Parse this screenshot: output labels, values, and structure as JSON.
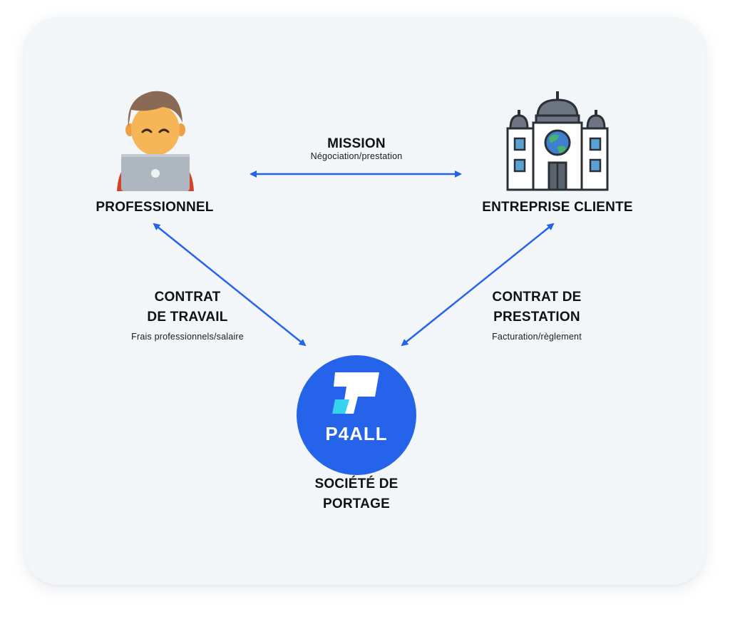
{
  "nodes": {
    "professionnel": {
      "title": "PROFESSIONNEL"
    },
    "entreprise": {
      "title": "ENTREPRISE CLIENTE"
    },
    "portage": {
      "title_line1": "SOCIÉTÉ DE",
      "title_line2": "PORTAGE",
      "logo_text": "P4ALL"
    }
  },
  "relations": {
    "mission": {
      "title": "MISSION",
      "subtitle": "Négociation/prestation"
    },
    "contrat_travail": {
      "title_line1": "CONTRAT",
      "title_line2": "DE TRAVAIL",
      "subtitle": "Frais professionnels/salaire"
    },
    "contrat_prestation": {
      "title_line1": "CONTRAT DE",
      "title_line2": "PRESTATION",
      "subtitle": "Facturation/règlement"
    }
  },
  "colors": {
    "arrow": "#2563eb",
    "logo_circle": "#2563eb",
    "logo_accent": "#35d3f0",
    "card": "#f3f6f9"
  }
}
